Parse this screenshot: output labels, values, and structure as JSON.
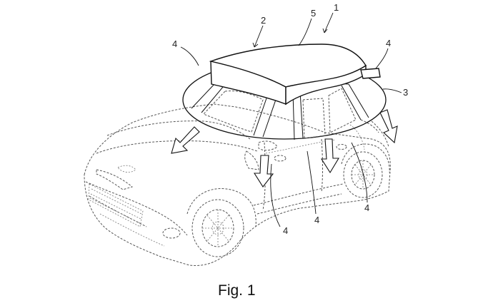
{
  "figure": {
    "caption": "Fig. 1",
    "reference_numerals": {
      "vehicle": "1",
      "airbag_module": "2",
      "window_region": "3",
      "deflector_top_left": "4",
      "deflector_top_right": "4",
      "deflector_front_door": "4",
      "deflector_middle": "4",
      "deflector_rear": "4",
      "roof_housing": "5"
    }
  }
}
